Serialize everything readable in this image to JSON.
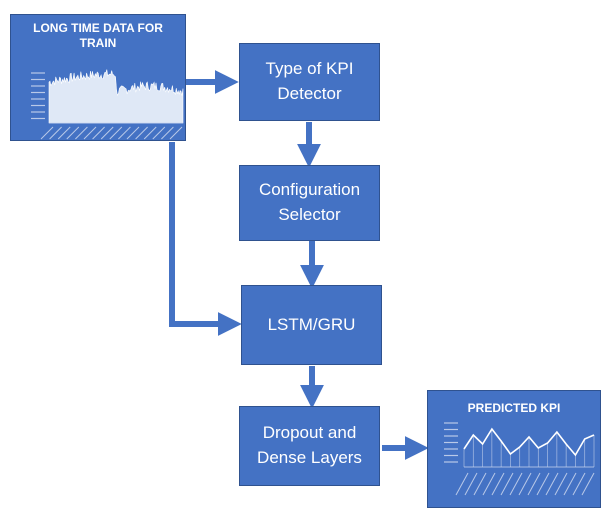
{
  "nodes": {
    "kpi_detector": "Type of KPI\nDetector",
    "config_selector": "Configuration\nSelector",
    "lstm_gru": "LSTM/GRU",
    "dropout_dense": "Dropout and\nDense Layers"
  },
  "input_chart": {
    "title": "LONG TIME DATA FOR\nTRAIN"
  },
  "output_chart": {
    "title": "PREDICTED KPI"
  },
  "colors": {
    "box_fill": "#4472c4",
    "arrow": "#4472c4",
    "text": "#ffffff"
  }
}
